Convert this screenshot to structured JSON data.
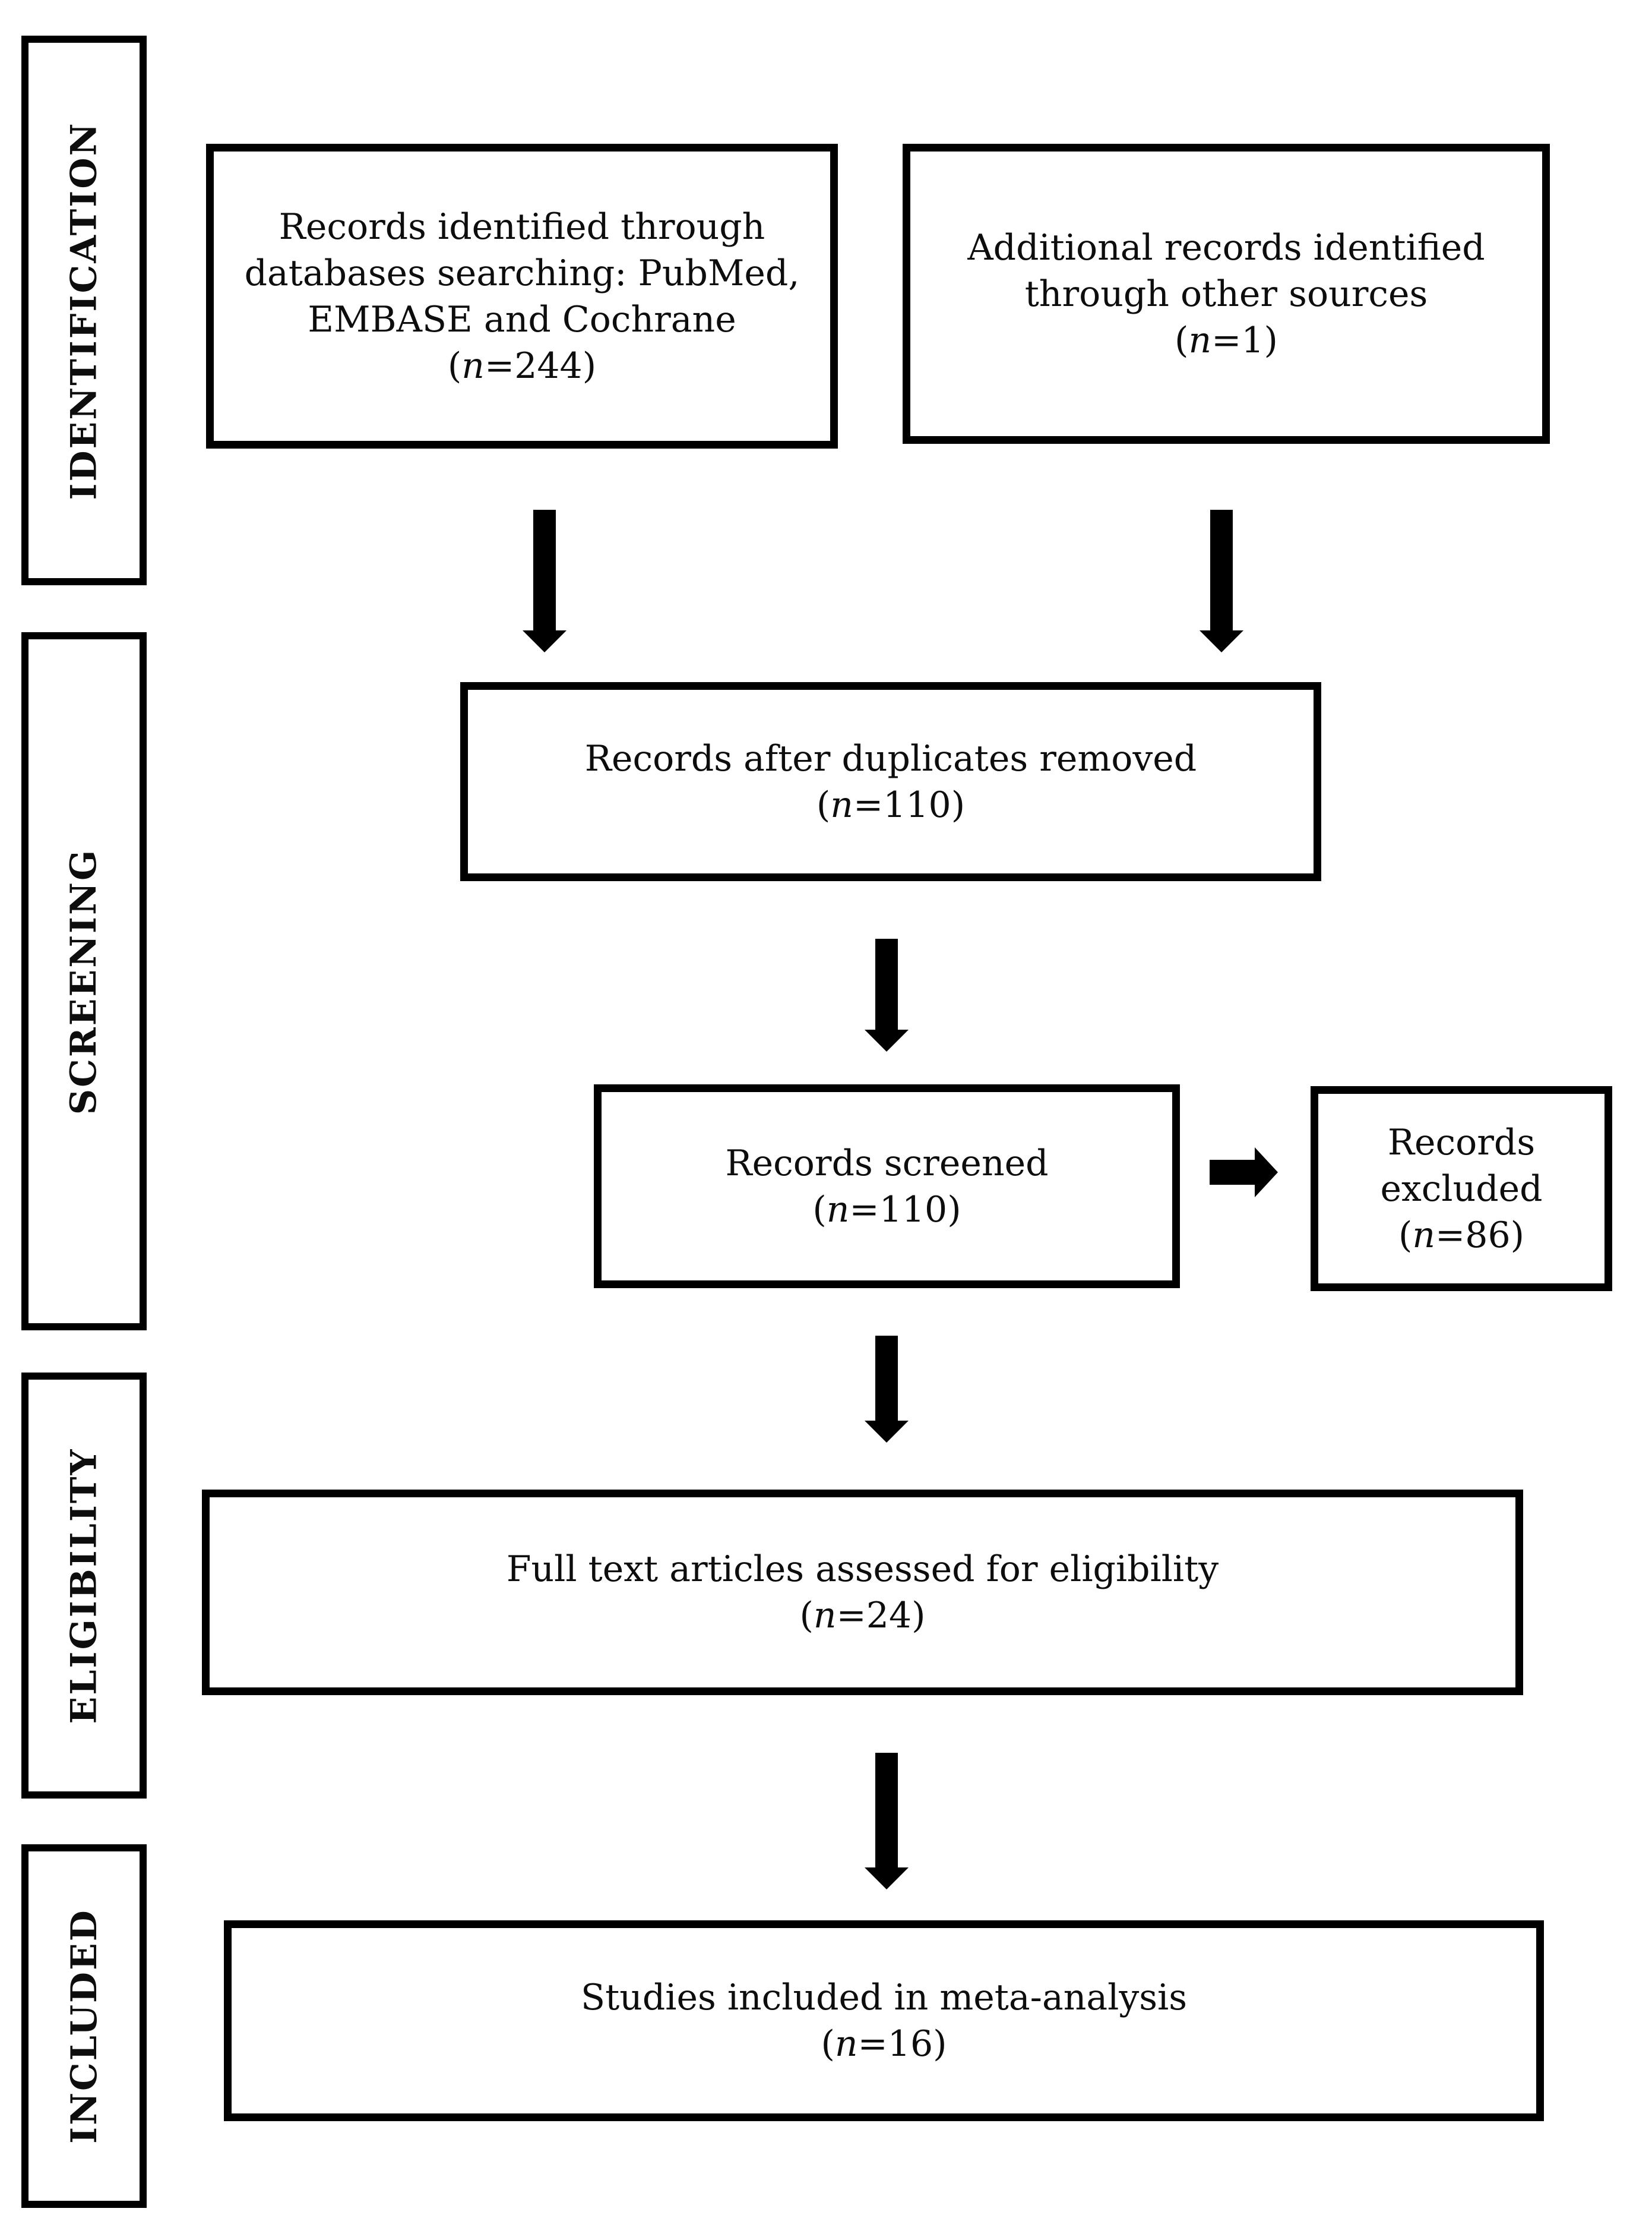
{
  "title": "PRISMA study selection flow diagram",
  "colors": {
    "ink": "#000000",
    "paper": "#ffffff",
    "text": "#0d0d0d"
  },
  "phases": [
    {
      "id": "identification",
      "label": "IDENTIFICATION"
    },
    {
      "id": "screening",
      "label": "SCREENING"
    },
    {
      "id": "eligibility",
      "label": "ELIGIBILITY"
    },
    {
      "id": "included",
      "label": "INCLUDED"
    }
  ],
  "boxes": {
    "identified": {
      "lines": [
        "Records identified through",
        "databases searching: PubMed,",
        "EMBASE and Cochrane"
      ],
      "count": "(n=244)"
    },
    "additional": {
      "lines": [
        "Additional records identified",
        "through other sources"
      ],
      "count": "(n=1)"
    },
    "deduplicated": {
      "lines": [
        "Records after duplicates removed"
      ],
      "count": "(n=110)"
    },
    "screened": {
      "lines": [
        "Records screened"
      ],
      "count": "(n=110)"
    },
    "excluded": {
      "lines": [
        "Records",
        "excluded"
      ],
      "count": "(n=86)"
    },
    "fulltext": {
      "lines": [
        "Full text articles assessed for eligibility"
      ],
      "count": "(n=24)"
    },
    "included_studies": {
      "lines": [
        "Studies included in meta-analysis"
      ],
      "count": "(n=16)"
    }
  },
  "arrows": [
    {
      "name": "identified-to-deduplicated",
      "direction": "down"
    },
    {
      "name": "additional-to-deduplicated",
      "direction": "down"
    },
    {
      "name": "deduplicated-to-screened",
      "direction": "down"
    },
    {
      "name": "screened-to-excluded",
      "direction": "right"
    },
    {
      "name": "screened-to-fulltext",
      "direction": "down"
    },
    {
      "name": "fulltext-to-included",
      "direction": "down"
    }
  ]
}
